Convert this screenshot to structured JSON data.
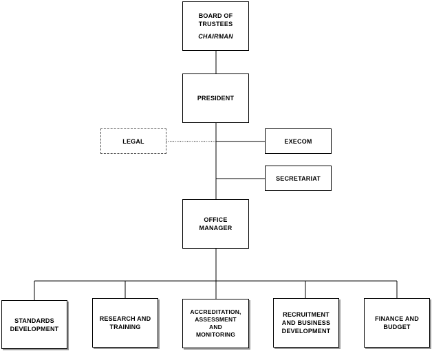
{
  "org_chart": {
    "board": {
      "title_lines": [
        "BOARD OF",
        "TRUSTEES"
      ],
      "subtitle": "CHAIRMAN"
    },
    "president": {
      "label": "PRESIDENT"
    },
    "legal": {
      "label": "LEGAL"
    },
    "execom": {
      "label": "EXECOM"
    },
    "secretariat": {
      "label": "SECRETARIAT"
    },
    "office_manager": {
      "lines": [
        "OFFICE",
        "MANAGER"
      ]
    },
    "departments": [
      {
        "lines": [
          "STANDARDS",
          "DEVELOPMENT"
        ]
      },
      {
        "lines": [
          "RESEARCH AND",
          "TRAINING"
        ]
      },
      {
        "lines": [
          "ACCREDITATION,",
          "ASSESSMENT",
          "AND",
          "MONITORING"
        ]
      },
      {
        "lines": [
          "RECRUITMENT",
          "AND BUSINESS",
          "DEVELOPMENT"
        ]
      },
      {
        "lines": [
          "FINANCE AND",
          "BUDGET"
        ]
      }
    ]
  }
}
